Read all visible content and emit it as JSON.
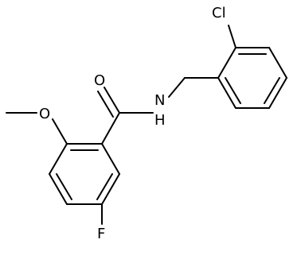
{
  "molecule": {
    "atoms": {
      "chlorine": "Cl",
      "oxygen_carbonyl": "O",
      "oxygen_methoxy": "O",
      "nitrogen": "N",
      "hydrogen_on_n": "H",
      "fluorine": "F"
    },
    "colors": {
      "bond": "#000000",
      "label": "#000000",
      "background": "#ffffff"
    }
  }
}
